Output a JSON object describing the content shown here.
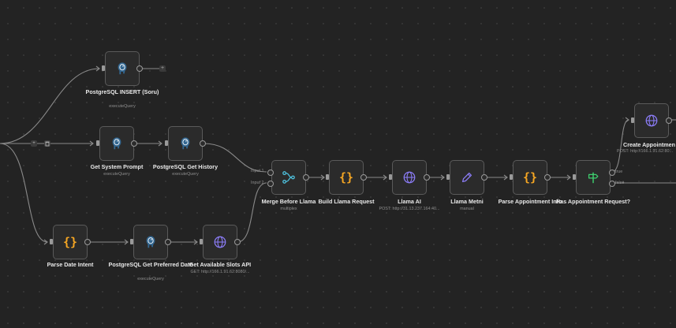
{
  "canvas": {
    "background": "#232323",
    "node_border": "#5a5a5a",
    "wire": "#8a8a8a"
  },
  "nodes": {
    "insert": {
      "title": "PostgreSQL INSERT (Soru)",
      "sub": "executeQuery",
      "icon": "postgres-icon"
    },
    "sysprompt": {
      "title": "Get System Prompt",
      "sub": "executeQuery",
      "icon": "postgres-icon"
    },
    "history": {
      "title": "PostgreSQL Get History",
      "sub": "executeQuery",
      "icon": "postgres-icon"
    },
    "merge": {
      "title": "Merge Before Llama",
      "sub": "multiplex",
      "icon": "merge-icon",
      "input1": "Input 1",
      "input2": "Input 2"
    },
    "build": {
      "title": "Build Llama Request",
      "sub": "",
      "icon": "code-icon"
    },
    "llama": {
      "title": "Llama AI",
      "sub": "POST: http://31.13.237.164:40...",
      "icon": "globe-icon"
    },
    "metni": {
      "title": "Llama Metni",
      "sub": "manual",
      "icon": "pencil-icon"
    },
    "parseappt": {
      "title": "Parse Appointment Info",
      "sub": "",
      "icon": "code-icon"
    },
    "hasappt": {
      "title": "Has Appointment Request?",
      "sub": "",
      "icon": "signpost-icon",
      "out_true": "true",
      "out_false": "false"
    },
    "create": {
      "title": "Create Appointmen",
      "sub": "POST: http://166.1.91.62:80...",
      "icon": "globe-icon"
    },
    "parsedate": {
      "title": "Parse Date Intent",
      "sub": "",
      "icon": "code-icon"
    },
    "preferred": {
      "title": "PostgreSQL Get Preferred Date",
      "sub": "executeQuery",
      "icon": "postgres-icon"
    },
    "slots": {
      "title": "Get Available Slots API",
      "sub": "GET: http://166.1.91.62:8080/...",
      "icon": "globe-icon"
    }
  },
  "edge_controls": {
    "add": "+",
    "plus_after_insert": "+"
  }
}
